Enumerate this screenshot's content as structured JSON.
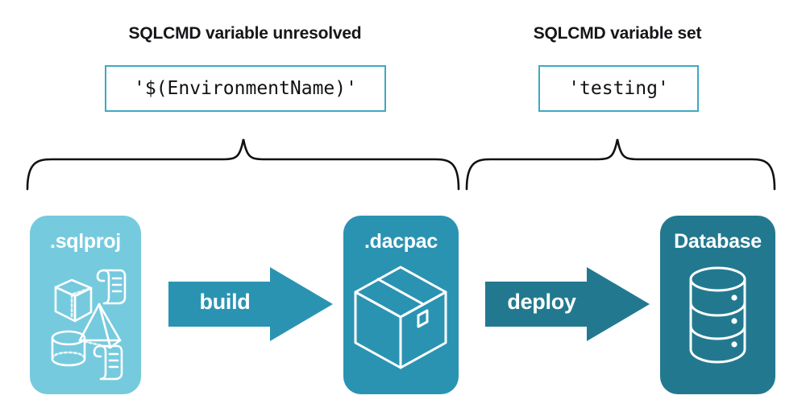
{
  "sections": [
    {
      "title": "SQLCMD variable unresolved",
      "code_value": "'$(EnvironmentName)'"
    },
    {
      "title": "SQLCMD variable set",
      "code_value": "'testing'"
    }
  ],
  "stages": [
    {
      "label": ".sqlproj",
      "icon": "project-shapes-icon",
      "color": "#76cade"
    },
    {
      "label": ".dacpac",
      "icon": "package-box-icon",
      "color": "#2b93b2"
    },
    {
      "label": "Database",
      "icon": "database-cylinder-icon",
      "color": "#22798f"
    }
  ],
  "arrows": [
    {
      "label": "build",
      "color": "#2b93b2"
    },
    {
      "label": "deploy",
      "color": "#22798f"
    }
  ],
  "colors": {
    "light_blue": "#76cade",
    "mid_teal": "#2b93b2",
    "dark_teal": "#22798f",
    "border_teal": "#3ea9c4",
    "text_dark": "#16161a",
    "brace_black": "#111111",
    "background": "#ffffff"
  }
}
